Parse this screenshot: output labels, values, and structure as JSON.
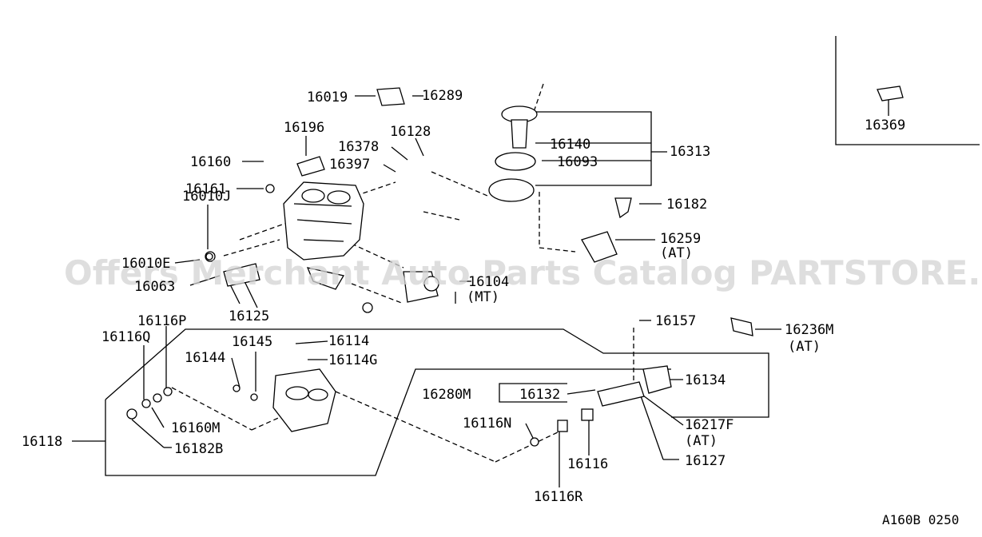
{
  "watermark": "Offers Merchant Auto Parts Catalog PARTSTORE.SA",
  "diagram_code": "A160B 0250",
  "parts": {
    "p16019": "16019",
    "p16289": "16289",
    "p16196": "16196",
    "p16128": "16128",
    "p16378": "16378",
    "p16397": "16397",
    "p16160": "16160",
    "p16161": "16161",
    "p16010J": "16010J",
    "p16010E": "16010E",
    "p16063": "16063",
    "p16125": "16125",
    "p16140": "16140",
    "p16093": "16093",
    "p16313": "16313",
    "p16182": "16182",
    "p16259": "16259",
    "p16259_note": "(AT)",
    "p16104": "16104",
    "p16104_note": "(MT)",
    "p16369": "16369",
    "p16157": "16157",
    "p16236M": "16236M",
    "p16236M_note": "(AT)",
    "p16116P": "16116P",
    "p16116Q": "16116Q",
    "p16145": "16145",
    "p16114": "16114",
    "p16144": "16144",
    "p16114G": "16114G",
    "p16134": "16134",
    "p16280M": "16280M",
    "p16132": "16132",
    "p16160M": "16160M",
    "p16118": "16118",
    "p16182B": "16182B",
    "p16116N": "16116N",
    "p16217F": "16217F",
    "p16217F_note": "(AT)",
    "p16116": "16116",
    "p16127": "16127",
    "p16116R": "16116R"
  }
}
